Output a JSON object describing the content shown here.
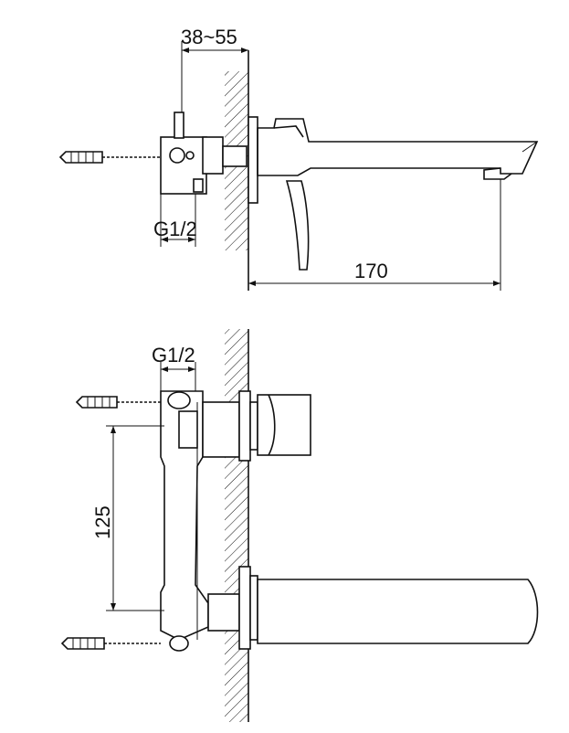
{
  "dimensions": {
    "top_clearance": "38~55",
    "top_thread": "G1/2",
    "spout_reach": "170",
    "bottom_thread": "G1/2",
    "handle_spacing": "125"
  }
}
